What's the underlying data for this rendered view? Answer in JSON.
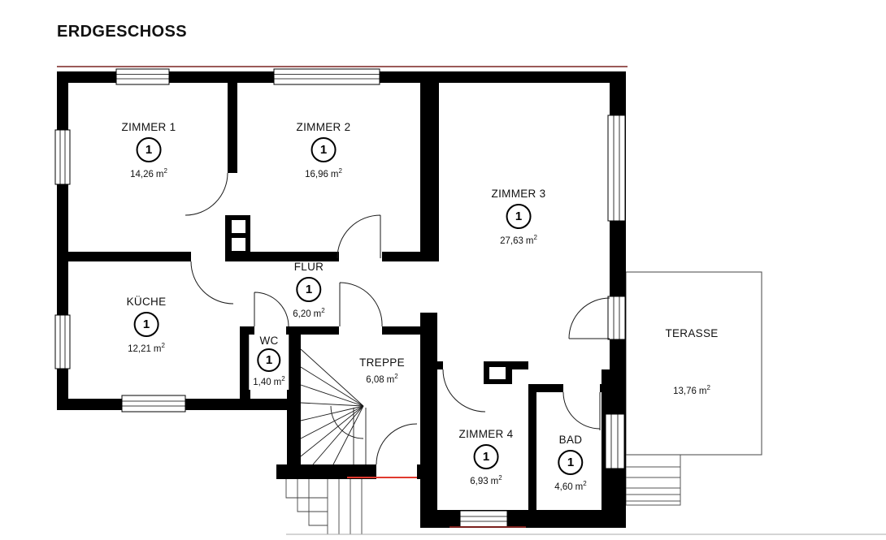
{
  "title": "ERDGESCHOSS",
  "marker": "1",
  "unit": {
    "prefix": "m",
    "sup": "2"
  },
  "rooms": {
    "zimmer1": {
      "name": "ZIMMER 1",
      "area": "14,26",
      "has_marker": true
    },
    "zimmer2": {
      "name": "ZIMMER 2",
      "area": "16,96",
      "has_marker": true
    },
    "zimmer3": {
      "name": "ZIMMER 3",
      "area": "27,63",
      "has_marker": true
    },
    "kueche": {
      "name": "KÜCHE",
      "area": "12,21",
      "has_marker": true
    },
    "flur": {
      "name": "FLUR",
      "area": "6,20",
      "has_marker": true
    },
    "wc": {
      "name": "WC",
      "area": "1,40",
      "has_marker": true
    },
    "treppe": {
      "name": "TREPPE",
      "area": "6,08",
      "has_marker": false
    },
    "zimmer4": {
      "name": "ZIMMER 4",
      "area": "6,93",
      "has_marker": true
    },
    "bad": {
      "name": "BAD",
      "area": "4,60",
      "has_marker": true
    },
    "terasse": {
      "name": "TERASSE",
      "area": "13,76",
      "has_marker": false
    }
  },
  "colors": {
    "wall": "#000000",
    "thin_line": "#1a1a1a",
    "terrace_line": "#555555",
    "section_line_top": "#7a2320",
    "entrance_threshold": "#e0392e",
    "section_line_bottom": "#7a1f1c"
  }
}
